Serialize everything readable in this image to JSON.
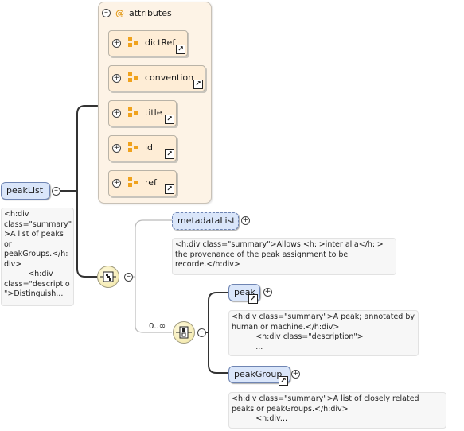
{
  "root": {
    "name": "peakList",
    "doc": "<h:div\nclass=\"summary\"\n>A list of peaks\nor\npeakGroups.</h:\ndiv>\n          <h:div\nclass=\"descriptio\n\">Distinguish..."
  },
  "attributes": {
    "title": "attributes",
    "items": [
      {
        "name": "dictRef"
      },
      {
        "name": "convention"
      },
      {
        "name": "title"
      },
      {
        "name": "id"
      },
      {
        "name": "ref"
      }
    ]
  },
  "metadataList": {
    "name": "metadataList",
    "doc": "<h:div class=\"summary\">Allows <h:i>inter alia</h:i>\nthe provenance of the peak assignment to be\nrecorde.</h:div>"
  },
  "choice": {
    "cardinality": "0..∞"
  },
  "peak": {
    "name": "peak",
    "doc": "<h:div class=\"summary\">A peak; annotated by\nhuman or machine.</h:div>\n          <h:div class=\"description\">\n          ..."
  },
  "peakGroup": {
    "name": "peakGroup",
    "doc": "<h:div class=\"summary\">A list of closely related\npeaks or peakGroups.</h:div>\n          <h:div..."
  },
  "icons": {
    "expand": "plus-circle-icon",
    "collapse": "minus-circle-icon",
    "attribute": "attribute-icon",
    "reference": "reference-arrow-icon",
    "sequence": "sequence-compositor-icon",
    "choice": "choice-compositor-icon"
  },
  "colors": {
    "attribute_bg": "#feedd6",
    "element_bg": "#dae6fa",
    "element_border": "#6f85b3",
    "group_bg": "#fdf3e6"
  }
}
